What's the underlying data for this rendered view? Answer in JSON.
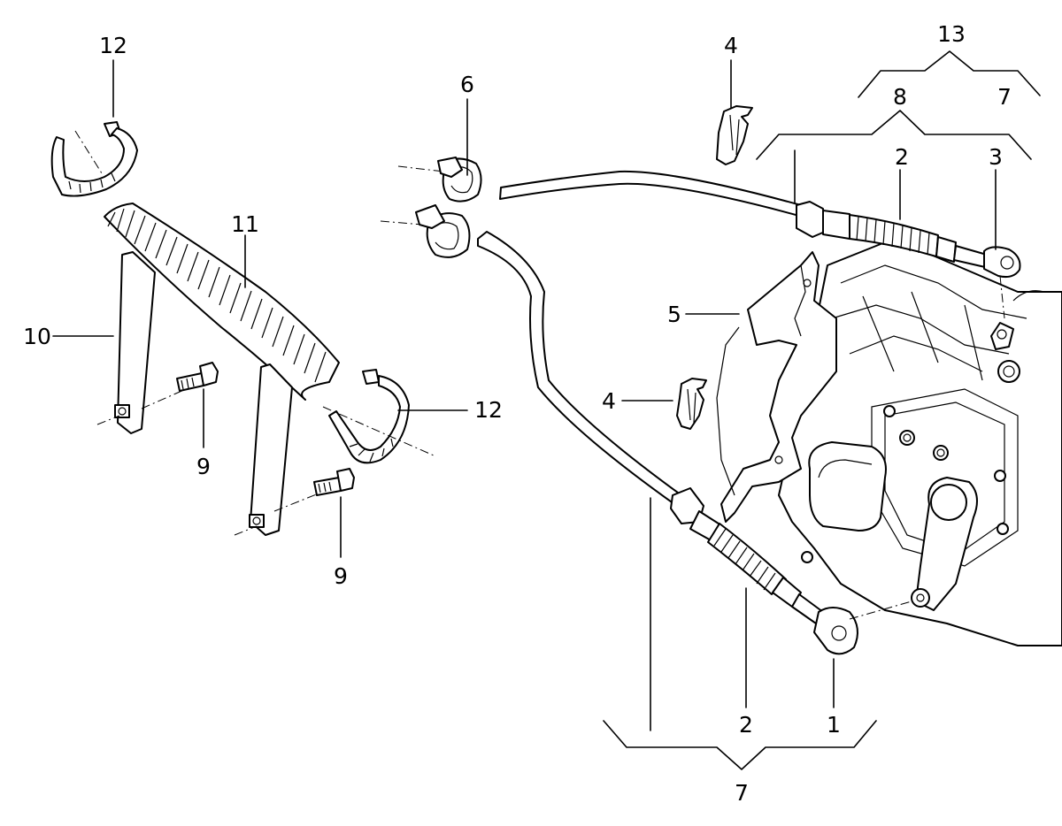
{
  "callouts": {
    "c12_top": "12",
    "c11": "11",
    "c10": "10",
    "c9_a": "9",
    "c9_b": "9",
    "c12_mid": "12",
    "c6": "6",
    "c4_top": "4",
    "c4_mid": "4",
    "c5": "5",
    "c13": "13",
    "c7_top": "7",
    "c8": "8",
    "c2_top": "2",
    "c3": "3",
    "c2_bottom": "2",
    "c1": "1",
    "c7_bottom": "7"
  }
}
